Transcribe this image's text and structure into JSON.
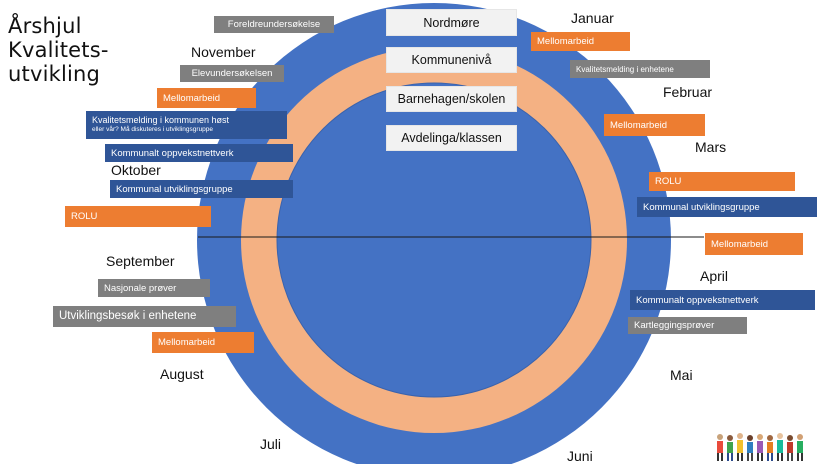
{
  "title": {
    "line1": "Årshjul",
    "line2": "Kvalitets-",
    "line3": "utvikling"
  },
  "levels": {
    "nordmore": "Nordmøre",
    "kommune": "Kommunenivå",
    "barnehage": "Barnehagen/skolen",
    "avdeling": "Avdelinga/klassen"
  },
  "months": {
    "januar": "Januar",
    "februar": "Februar",
    "mars": "Mars",
    "april": "April",
    "mai": "Mai",
    "juni": "Juni",
    "juli": "Juli",
    "august": "August",
    "september": "September",
    "oktober": "Oktober",
    "november": "November"
  },
  "activities": {
    "foreldreundersokelse": "Foreldreundersøkelse",
    "elevundersokelsen": "Elevundersøkelsen",
    "mellom_nov": "Mellomarbeid",
    "kvalitetsmelding_kommune_1": "Kvalitetsmelding  i kommunen høst",
    "kvalitetsmelding_kommune_2": "eller vår? Må diskuteres i utviklingsgruppe",
    "oppvekstnettverk_okt": "Kommunalt oppvekstnettverk",
    "utviklingsgruppe_okt": "Kommunal utviklingsgruppe",
    "rolu_okt": "ROLU",
    "nasjonale_prover": "Nasjonale prøver",
    "utviklingsbesok": "Utviklingsbesøk i enhetene",
    "mellom_aug": "Mellomarbeid",
    "mellom_jan": "Mellomarbeid",
    "kvalitetsmelding_enhetene": "Kvalitetsmelding i enhetene",
    "mellom_feb": "Mellomarbeid",
    "rolu_mars": "ROLU",
    "utviklingsgruppe_mars": "Kommunal utviklingsgruppe",
    "mellom_apr": "Mellomarbeid",
    "oppvekstnettverk_apr": "Kommunalt oppvekstnettverk",
    "kartleggingsprover": "Kartleggingsprøver"
  },
  "colors": {
    "outer_ring": "#4472c4",
    "middle_ring": "#f4b183",
    "inner_disc": "#4472c4",
    "gray_tag": "#7f7f7f",
    "orange_tag": "#ed7d31",
    "navy_tag": "#2f5597"
  }
}
